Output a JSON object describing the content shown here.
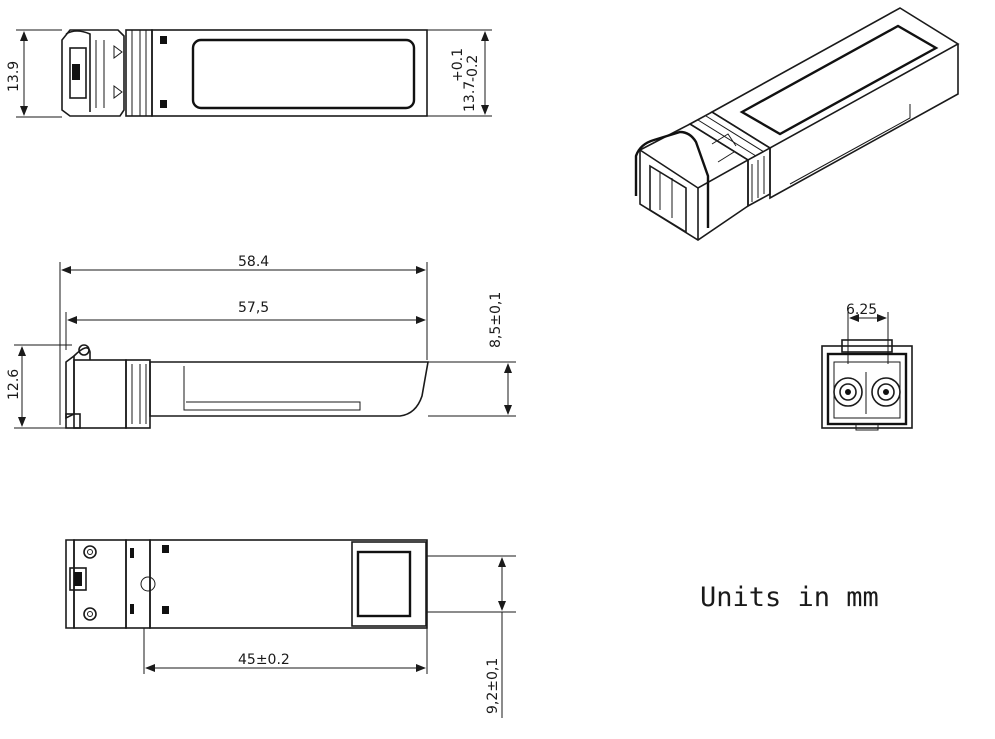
{
  "dimensions": {
    "width_top": "13.9",
    "height_top_base": "13.7",
    "height_top_tol_plus": "+0.1",
    "height_top_tol_minus": "-0.2",
    "overall_length": "58.4",
    "body_length": "57,5",
    "side_height": "8,5±0,1",
    "latch_height": "12.6",
    "bottom_length": "45±0.2",
    "bottom_width": "9,2±0,1",
    "port_pitch": "6.25"
  },
  "units_note": "Units in mm"
}
